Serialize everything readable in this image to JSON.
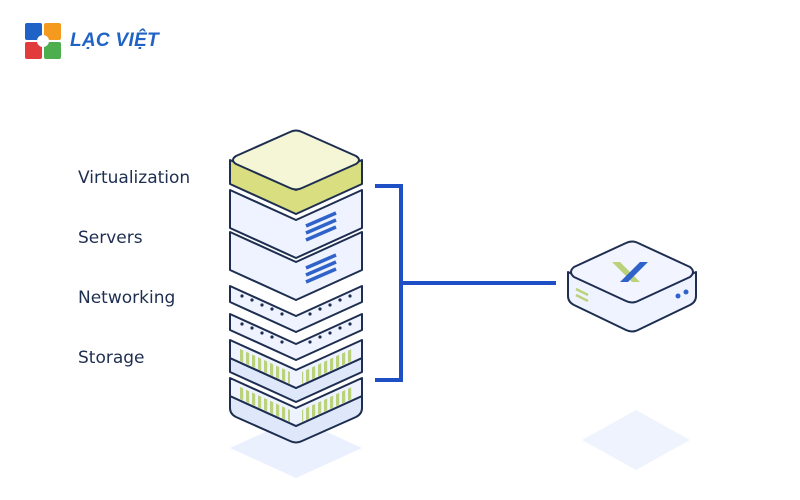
{
  "brand": {
    "name": "LẠC VIỆT",
    "colors": {
      "blue": "#1f63c6",
      "orange": "#f39a1f",
      "red": "#e23b3b",
      "green": "#4cae4c"
    }
  },
  "layers": [
    {
      "label": "Virtualization"
    },
    {
      "label": "Servers"
    },
    {
      "label": "Networking"
    },
    {
      "label": "Storage"
    }
  ],
  "device": {
    "icon": "x-logo-icon"
  },
  "colors": {
    "line": "#1e4fc4",
    "outline": "#1e2e50",
    "block_fill": "#eef3ff",
    "block_side": "#dfe8fb",
    "virtualization_fill": "#f5f6d6",
    "virtualization_side": "#d9de80",
    "storage_bars": "#bcd27a",
    "server_bars": "#2f63c9",
    "shadow": "#eaf0fd"
  }
}
